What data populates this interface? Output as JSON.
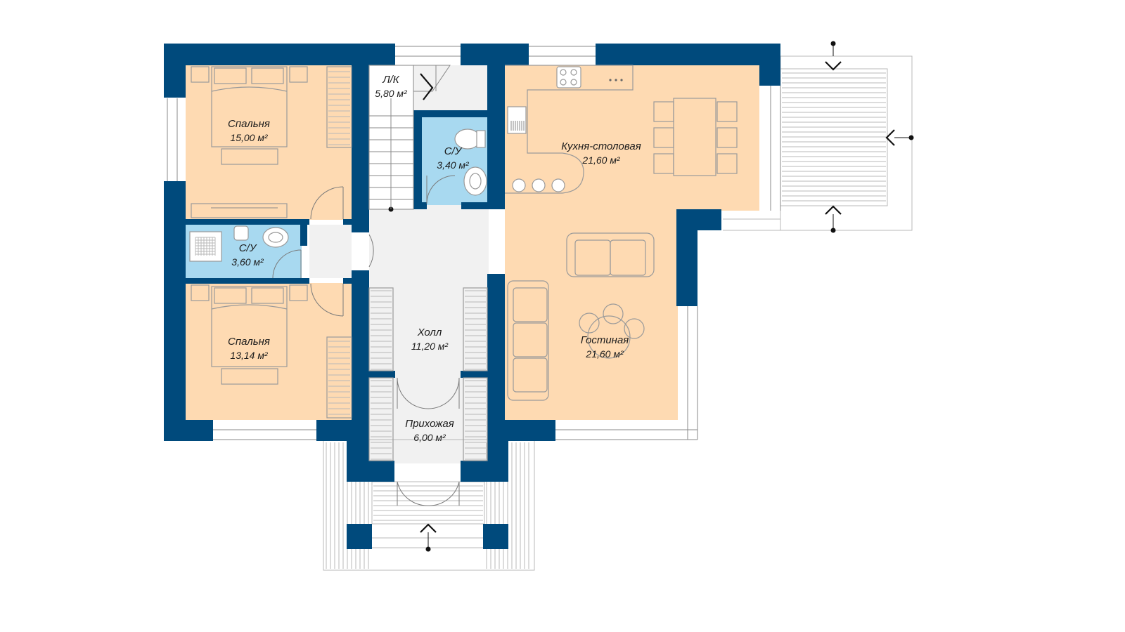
{
  "rooms": {
    "bedroom_top": {
      "name": "Спальня",
      "area": "15,00 м²"
    },
    "bedroom_bottom": {
      "name": "Спальня",
      "area": "13,14 м²"
    },
    "bathroom_left": {
      "name": "С/У",
      "area": "3,60 м²"
    },
    "bathroom_center": {
      "name": "С/У",
      "area": "3,40 м²"
    },
    "stairs": {
      "name": "Л/К",
      "area": "5,80 м²"
    },
    "kitchen_dining": {
      "name": "Кухня-столовая",
      "area": "21,60 м²"
    },
    "hall": {
      "name": "Холл",
      "area": "11,20 м²"
    },
    "living": {
      "name": "Гостиная",
      "area": "21,60 м²"
    },
    "entry": {
      "name": "Прихожая",
      "area": "6,00 м²"
    }
  },
  "colors": {
    "wall": "#004a7c",
    "living_zone": "#fedab2",
    "wet_zone": "#a8d9f0",
    "hall_zone": "#f1f1f1"
  }
}
